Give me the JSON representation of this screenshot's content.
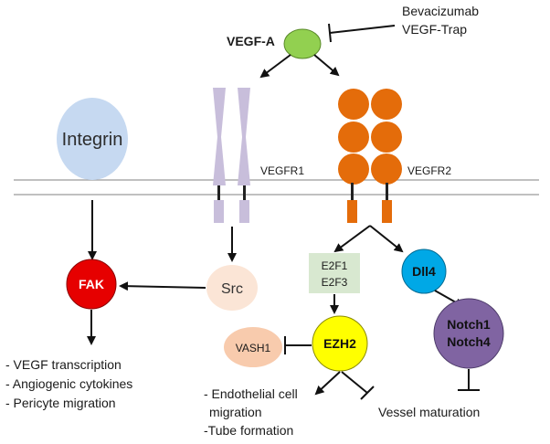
{
  "drug": {
    "line1": "Bevacizumab",
    "line2": "VEGF-Trap"
  },
  "ligand": {
    "label": "VEGF-A"
  },
  "receptors": {
    "vegfr1": "VEGFR1",
    "vegfr2": "VEGFR2",
    "integrin": "Integrin"
  },
  "nodes": {
    "fak": "FAK",
    "src": "Src",
    "e2f1": "E2F1",
    "e2f3": "E2F3",
    "dll4": "Dll4",
    "ezh2": "EZH2",
    "vash1": "VASH1",
    "notch1": "Notch1",
    "notch4": "Notch4"
  },
  "fak_outputs": [
    "- VEGF transcription",
    "- Angiogenic cytokines",
    "- Pericyte migration"
  ],
  "ezh2_outputs": {
    "line1": "- Endothelial cell",
    "line2": "migration",
    "line3": "-Tube formation"
  },
  "vessel": "Vessel maturation",
  "colors": {
    "vegfa": "#92d050",
    "integrin": "#c6d9f1",
    "vegfr1": "#c8bedb",
    "vegfr2": "#e46c0a",
    "fak": "#e60000",
    "src": "#fbe5d6",
    "e2f": "#d8e8d0",
    "dll4": "#00a8e6",
    "ezh2": "#ffff00",
    "vash1": "#f8cbad",
    "notch": "#8064a2"
  }
}
